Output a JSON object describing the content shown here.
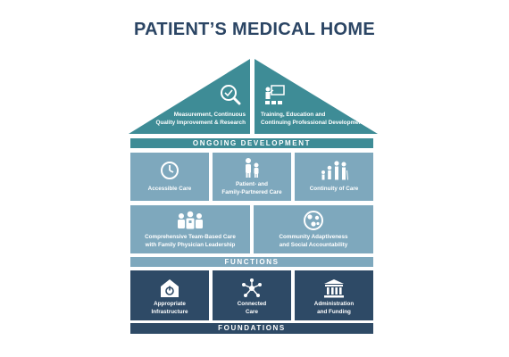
{
  "title": "PATIENT’S MEDICAL HOME",
  "roof": {
    "left": {
      "line1": "Measurement, Continuous",
      "line2": "Quality Improvement & Research",
      "icon": "magnifier-check-icon"
    },
    "right": {
      "line1": "Training, Education and",
      "line2": "Continuing Professional Development",
      "icon": "presenter-board-icon"
    }
  },
  "bands": {
    "development": "ONGOING DEVELOPMENT",
    "functions": "FUNCTIONS",
    "foundations": "FOUNDATIONS"
  },
  "functions": [
    {
      "line1": "Accessible Care",
      "line2": "",
      "icon": "clock-icon"
    },
    {
      "line1": "Patient- and",
      "line2": "Family-Partnered Care",
      "icon": "family-icon"
    },
    {
      "line1": "Continuity of Care",
      "line2": "",
      "icon": "life-stages-icon"
    },
    {
      "line1": "Comprehensive Team-Based Care",
      "line2": "with Family Physician Leadership",
      "icon": "team-icon"
    },
    {
      "line1": "Community Adaptiveness",
      "line2": "and Social Accountability",
      "icon": "community-icon"
    }
  ],
  "foundations": [
    {
      "line1": "Appropriate",
      "line2": "Infrastructure",
      "icon": "house-power-icon"
    },
    {
      "line1": "Connected",
      "line2": "Care",
      "icon": "network-icon"
    },
    {
      "line1": "Administration",
      "line2": "and Funding",
      "icon": "institution-icon"
    }
  ],
  "colors": {
    "roof": "#3e8c96",
    "functions": "#7ea8bd",
    "foundations": "#2e4a66",
    "title": "#2b4564"
  }
}
